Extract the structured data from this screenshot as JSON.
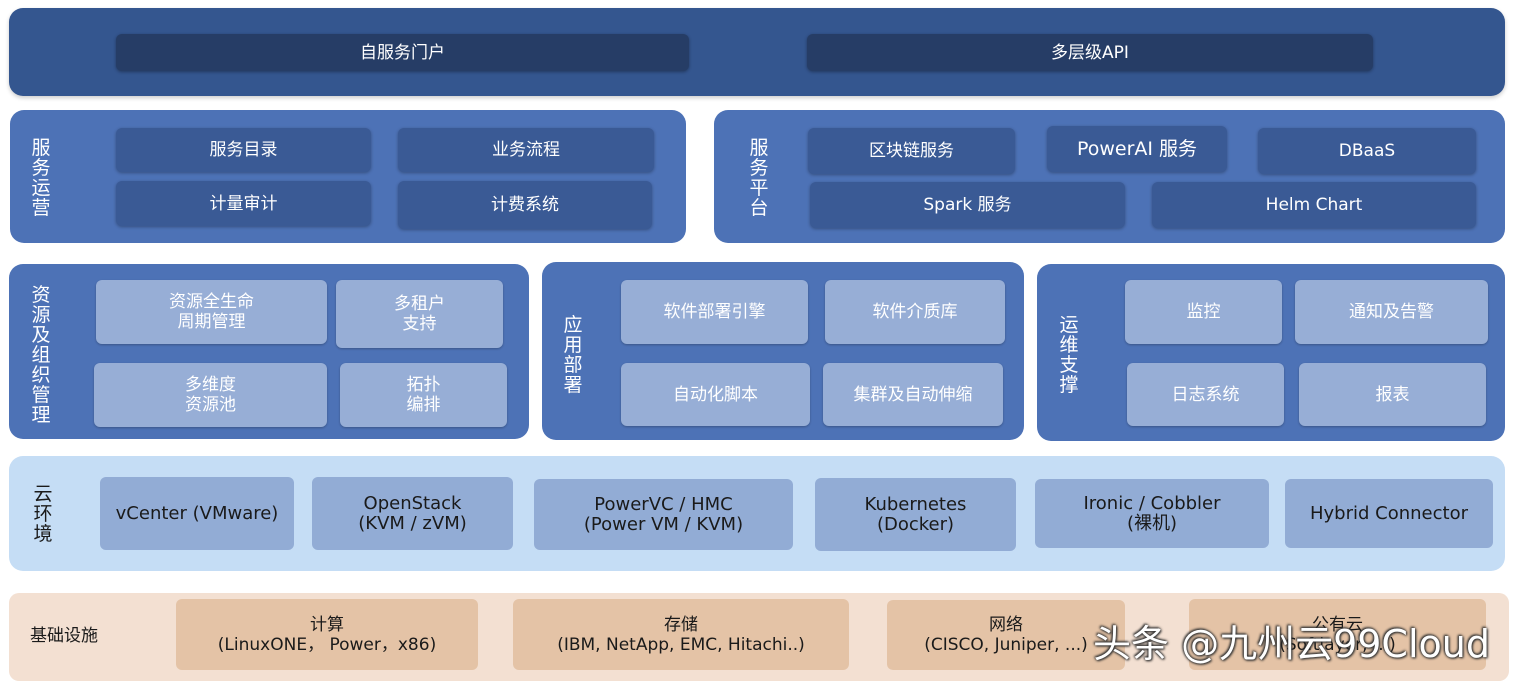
{
  "portal_layer": {
    "self_service_portal": "自服务门户",
    "multi_level_api": "多层级API"
  },
  "service_ops": {
    "label": "服务运营",
    "items": [
      "服务目录",
      "业务流程",
      "计量审计",
      "计费系统"
    ]
  },
  "service_platform": {
    "label": "服务平台",
    "items": [
      "区块链服务",
      "PowerAI 服务",
      "DBaaS",
      "Spark 服务",
      "Helm Chart"
    ]
  },
  "resource_mgmt": {
    "label": "资源及组织管理",
    "items": [
      "资源全生命\n周期管理",
      "多租户\n支持",
      "多维度\n资源池",
      "拓扑\n编排"
    ]
  },
  "app_deploy": {
    "label": "应用部署",
    "items": [
      "软件部署引擎",
      "软件介质库",
      "自动化脚本",
      "集群及自动伸缩"
    ]
  },
  "ops_support": {
    "label": "运维支撑",
    "items": [
      "监控",
      "通知及告警",
      "日志系统",
      "报表"
    ]
  },
  "cloud_env": {
    "label": "云环境",
    "items": [
      "vCenter (VMware)",
      "OpenStack\n(KVM / zVM)",
      "PowerVC / HMC\n(Power VM / KVM)",
      "Kubernetes\n(Docker)",
      "Ironic / Cobbler\n(裸机)",
      "Hybrid Connector"
    ]
  },
  "infrastructure": {
    "label": "基础设施",
    "items": [
      "计算\n(LinuxONE， Power，x86)",
      "存储\n(IBM, NetApp, EMC, Hitachi..)",
      "网络\n(CISCO, Juniper, ...)",
      "公有云\n(Softlayer, ...)"
    ]
  },
  "watermark": "头条 @九州云99Cloud"
}
